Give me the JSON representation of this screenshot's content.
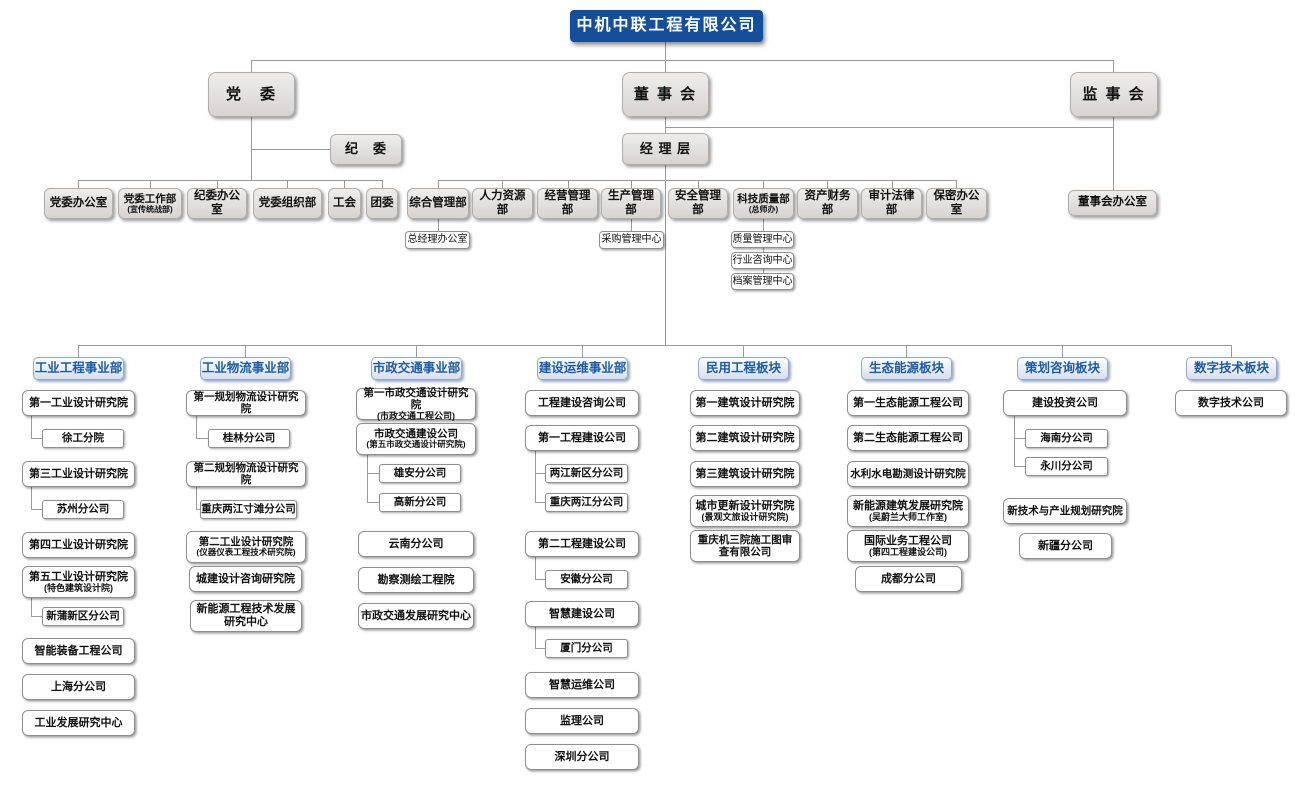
{
  "company": {
    "name": "中机中联工程有限公司"
  },
  "colors": {
    "root_background": "#154F9C",
    "division_title_text": "#1B5CAB",
    "node_background": "#DDDAD8",
    "connector": "#9A9A9A"
  },
  "governance": {
    "party_committee": "党　委",
    "discipline_committee": "纪　委",
    "board": "董 事 会",
    "management_team": "经 理 层",
    "supervisory_board": "监 事 会",
    "board_office": "董事会办公室"
  },
  "party_departments": [
    {
      "label": "党委办公室"
    },
    {
      "label": "党委工作部",
      "sub": "(宣传统战部)"
    },
    {
      "label": "纪委办公室"
    },
    {
      "label": "党委组织部"
    },
    {
      "label": "工会"
    },
    {
      "label": "团委"
    }
  ],
  "management_departments": [
    {
      "label": "综合管理部"
    },
    {
      "label": "人力资源部"
    },
    {
      "label": "经营管理部"
    },
    {
      "label": "生产管理部"
    },
    {
      "label": "安全管理部"
    },
    {
      "label": "科技质量部",
      "sub": "(总师办)"
    },
    {
      "label": "资产财务部"
    },
    {
      "label": "审计法律部"
    },
    {
      "label": "保密办公室"
    }
  ],
  "centers": {
    "general_manager_office": "总经理办公室",
    "procurement_center": "采购管理中心",
    "quality_center": "质量管理中心",
    "industry_consulting_center": "行业咨询中心",
    "archives_center": "档案管理中心"
  },
  "divisions": [
    {
      "title": "工业工程事业部",
      "units": [
        {
          "label": "第一工业设计研究院"
        },
        {
          "label": "徐工分院"
        },
        {
          "label": "第三工业设计研究院"
        },
        {
          "label": "苏州分公司"
        },
        {
          "label": "第四工业设计研究院"
        },
        {
          "label": "第五工业设计研究院",
          "sub": "(特色建筑设计院)"
        },
        {
          "label": "新蒲新区分公司"
        },
        {
          "label": "智能装备工程公司"
        },
        {
          "label": "上海分公司"
        },
        {
          "label": "工业发展研究中心"
        }
      ]
    },
    {
      "title": "工业物流事业部",
      "units": [
        {
          "label": "第一规划物流设计研究院"
        },
        {
          "label": "桂林分公司"
        },
        {
          "label": "第二规划物流设计研究院"
        },
        {
          "label": "重庆两江寸滩分公司"
        },
        {
          "label": "第二工业设计研究院",
          "sub": "(仪器仪表工程技术研究院)"
        },
        {
          "label": "城建设计咨询研究院"
        },
        {
          "label": "新能源工程技术发展研究中心"
        }
      ]
    },
    {
      "title": "市政交通事业部",
      "units": [
        {
          "label": "第一市政交通设计研究院",
          "sub": "(市政交通工程公司)"
        },
        {
          "label": "市政交通建设公司",
          "sub": "(第五市政交通设计研究院)"
        },
        {
          "label": "雄安分公司"
        },
        {
          "label": "高新分公司"
        },
        {
          "label": "云南分公司"
        },
        {
          "label": "勘察测绘工程院"
        },
        {
          "label": "市政交通发展研究中心"
        }
      ]
    },
    {
      "title": "建设运维事业部",
      "units": [
        {
          "label": "工程建设咨询公司"
        },
        {
          "label": "第一工程建设公司"
        },
        {
          "label": "两江新区分公司"
        },
        {
          "label": "重庆两江分公司"
        },
        {
          "label": "第二工程建设公司"
        },
        {
          "label": "安徽分公司"
        },
        {
          "label": "智慧建设公司"
        },
        {
          "label": "厦门分公司"
        },
        {
          "label": "智慧运维公司"
        },
        {
          "label": "监理公司"
        },
        {
          "label": "深圳分公司"
        }
      ]
    },
    {
      "title": "民用工程板块",
      "units": [
        {
          "label": "第一建筑设计研究院"
        },
        {
          "label": "第二建筑设计研究院"
        },
        {
          "label": "第三建筑设计研究院"
        },
        {
          "label": "城市更新设计研究院",
          "sub": "(景观文旅设计研究院)"
        },
        {
          "label": "重庆机三院施工图审查有限公司"
        }
      ]
    },
    {
      "title": "生态能源板块",
      "units": [
        {
          "label": "第一生态能源工程公司"
        },
        {
          "label": "第二生态能源工程公司"
        },
        {
          "label": "水利水电勘测设计研究院"
        },
        {
          "label": "新能源建筑发展研究院",
          "sub": "(吴蔚兰大师工作室)"
        },
        {
          "label": "国际业务工程公司",
          "sub": "(第四工程建设公司)"
        },
        {
          "label": "成都分公司"
        }
      ]
    },
    {
      "title": "策划咨询板块",
      "units": [
        {
          "label": "建设投资公司"
        },
        {
          "label": "海南分公司"
        },
        {
          "label": "永川分公司"
        },
        {
          "label": "新技术与产业规划研究院"
        },
        {
          "label": "新疆分公司"
        }
      ]
    },
    {
      "title": "数字技术板块",
      "units": [
        {
          "label": "数字技术公司"
        }
      ]
    }
  ]
}
